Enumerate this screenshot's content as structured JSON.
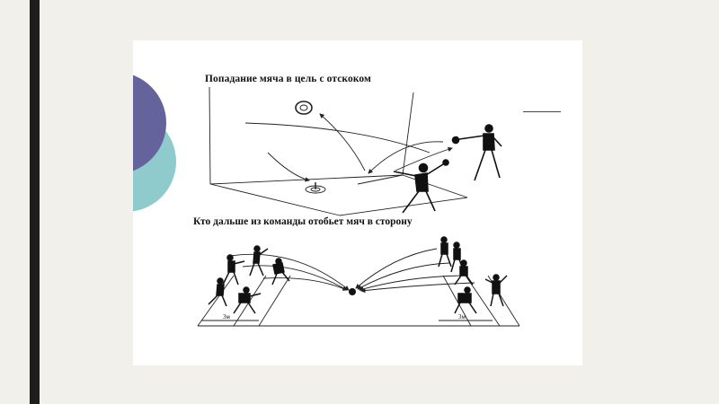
{
  "slide": {
    "title_top": "Попадание мяча в цель с отскоком",
    "title_bottom": "Кто дальше из команды отобьет мяч в сторону",
    "distance_left": "3м",
    "distance_right": "3м"
  },
  "colors": {
    "background": "#f1f0ea",
    "left_bar": "#1d1d1b",
    "slide": "#ffffff",
    "deco_purple": "#65639b",
    "deco_teal": "#8fcbcd"
  }
}
